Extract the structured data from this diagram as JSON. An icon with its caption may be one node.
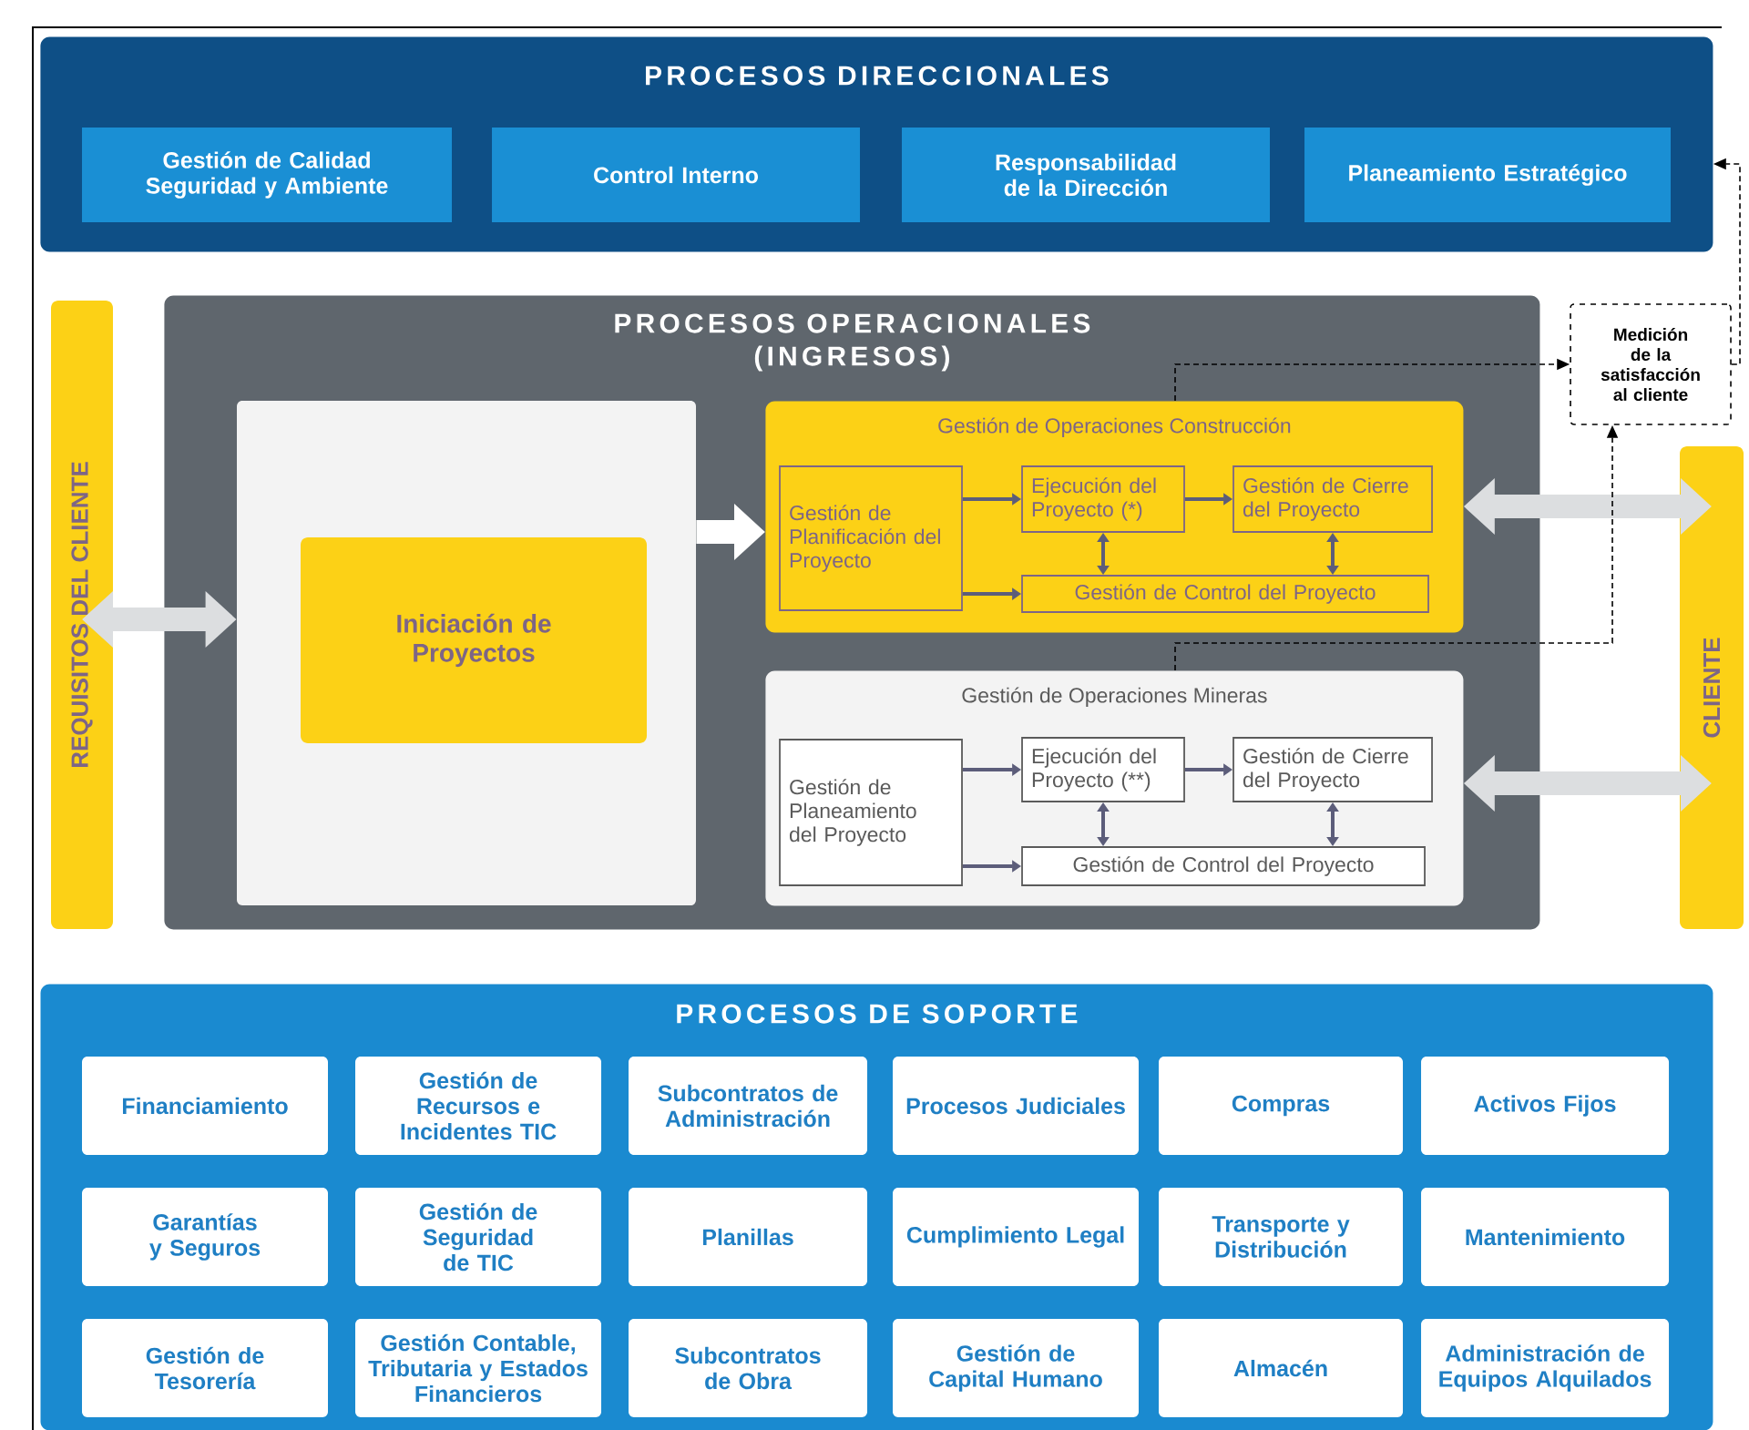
{
  "diagram": {
    "nodes": [
      {
        "text": [
          "PROCESOS DIRECCIONALES"
        ]
      },
      {
        "text": [
          "Gestión de Calidad Seguridad y Ambiente"
        ],
        "in": 0
      },
      {
        "text": [
          "Control Interno"
        ],
        "in": 0
      },
      {
        "text": [
          "Responsabilidad de la Dirección"
        ],
        "in": 0
      },
      {
        "text": [
          "Planeamiento Estratégico"
        ],
        "in": 0
      },
      {
        "text": [
          "REQUISITOS DEL CLIENTE"
        ]
      },
      {
        "text": [
          "PROCESOS OPERACIONALES (INGRESOS)"
        ]
      },
      {
        "text": [],
        "shape": "box",
        "in": 6
      },
      {
        "text": [
          "Iniciación de Proyectos"
        ],
        "in": 7
      },
      {
        "text": [
          "Gestión de Operaciones Construcción"
        ],
        "in": 6
      },
      {
        "text": [
          "Gestión de Planificación del Proyecto"
        ],
        "in": 9
      },
      {
        "text": [
          "Ejecución del Proyecto (*)"
        ],
        "in": 9
      },
      {
        "text": [
          "Gestión de Cierre del Proyecto"
        ],
        "in": 9
      },
      {
        "text": [
          "Gestión de Control del Proyecto"
        ],
        "in": 9
      },
      {
        "text": [
          "Gestión de Operaciones Mineras"
        ],
        "in": 6
      },
      {
        "text": [
          "Gestión de Planeamiento del Proyecto"
        ],
        "in": 14
      },
      {
        "text": [
          "Ejecución del Proyecto (**)"
        ],
        "in": 14
      },
      {
        "text": [
          "Gestión de Cierre del Proyecto"
        ],
        "in": 14
      },
      {
        "text": [
          "Gestión de Control del Proyecto"
        ],
        "in": 14
      },
      {
        "text": [
          "Medición de la satisfacción al cliente"
        ]
      },
      {
        "text": [
          "CLIENTE"
        ]
      },
      {
        "text": [
          "PROCESOS DE SOPORTE"
        ]
      },
      {
        "text": [
          "Financiamiento"
        ],
        "in": 21
      },
      {
        "text": [
          "Gestión de Recursos e Incidentes TIC"
        ],
        "in": 21
      },
      {
        "text": [
          "Subcontratos de Administración"
        ],
        "in": 21
      },
      {
        "text": [
          "Procesos Judiciales"
        ],
        "in": 21
      },
      {
        "text": [
          "Compras"
        ],
        "in": 21
      },
      {
        "text": [
          "Activos Fijos"
        ],
        "in": 21
      },
      {
        "text": [
          "Garantías y Seguros"
        ],
        "in": 21
      },
      {
        "text": [
          "Gestión de Seguridad de TIC"
        ],
        "in": 21
      },
      {
        "text": [
          "Planillas"
        ],
        "in": 21
      },
      {
        "text": [
          "Cumplimiento Legal"
        ],
        "in": 21
      },
      {
        "text": [
          "Transporte y Distribución"
        ],
        "in": 21
      },
      {
        "text": [
          "Mantenimiento"
        ],
        "in": 21
      },
      {
        "text": [
          "Gestión de Tesorería"
        ],
        "in": 21
      },
      {
        "text": [
          "Gestión Contable, Tributaria y Estados Financieros"
        ],
        "in": 21
      },
      {
        "text": [
          "Subcontratos de Obra"
        ],
        "in": 21
      },
      {
        "text": [
          "Gestión de Capital Humano"
        ],
        "in": 21
      },
      {
        "text": [
          "Almacén"
        ],
        "in": 21
      },
      {
        "text": [
          "Administración de Equipos Alquilados"
        ],
        "in": 21
      }
    ],
    "edges": [
      {
        "from": 5,
        "to": 7,
        "arrow": "both",
        "style": "thick",
        "color": "#dcdee0"
      },
      {
        "from": 7,
        "to": 9,
        "arrow": "to",
        "style": "thick",
        "color": "#ffffff"
      },
      {
        "from": 9,
        "to": 20,
        "arrow": "both",
        "style": "thick",
        "color": "#dcdee0"
      },
      {
        "from": 14,
        "to": 20,
        "arrow": "both",
        "style": "thick",
        "color": "#dcdee0"
      },
      {
        "from": 10,
        "to": 11,
        "arrow": "to"
      },
      {
        "from": 11,
        "to": 12,
        "arrow": "to"
      },
      {
        "from": 10,
        "to": 13,
        "arrow": "to"
      },
      {
        "from": 11,
        "to": 13,
        "arrow": "both"
      },
      {
        "from": 12,
        "to": 13,
        "arrow": "both"
      },
      {
        "from": 15,
        "to": 16,
        "arrow": "to"
      },
      {
        "from": 16,
        "to": 17,
        "arrow": "to"
      },
      {
        "from": 15,
        "to": 18,
        "arrow": "to"
      },
      {
        "from": 16,
        "to": 18,
        "arrow": "both"
      },
      {
        "from": 17,
        "to": 18,
        "arrow": "both"
      },
      {
        "from": 9,
        "to": 19,
        "arrow": "to",
        "style": "dashed",
        "color": "#000000"
      },
      {
        "from": 14,
        "to": 19,
        "arrow": "to",
        "style": "dashed",
        "color": "#000000"
      },
      {
        "from": 19,
        "to": 0,
        "arrow": "to",
        "style": "dashed",
        "color": "#000000"
      }
    ]
  }
}
